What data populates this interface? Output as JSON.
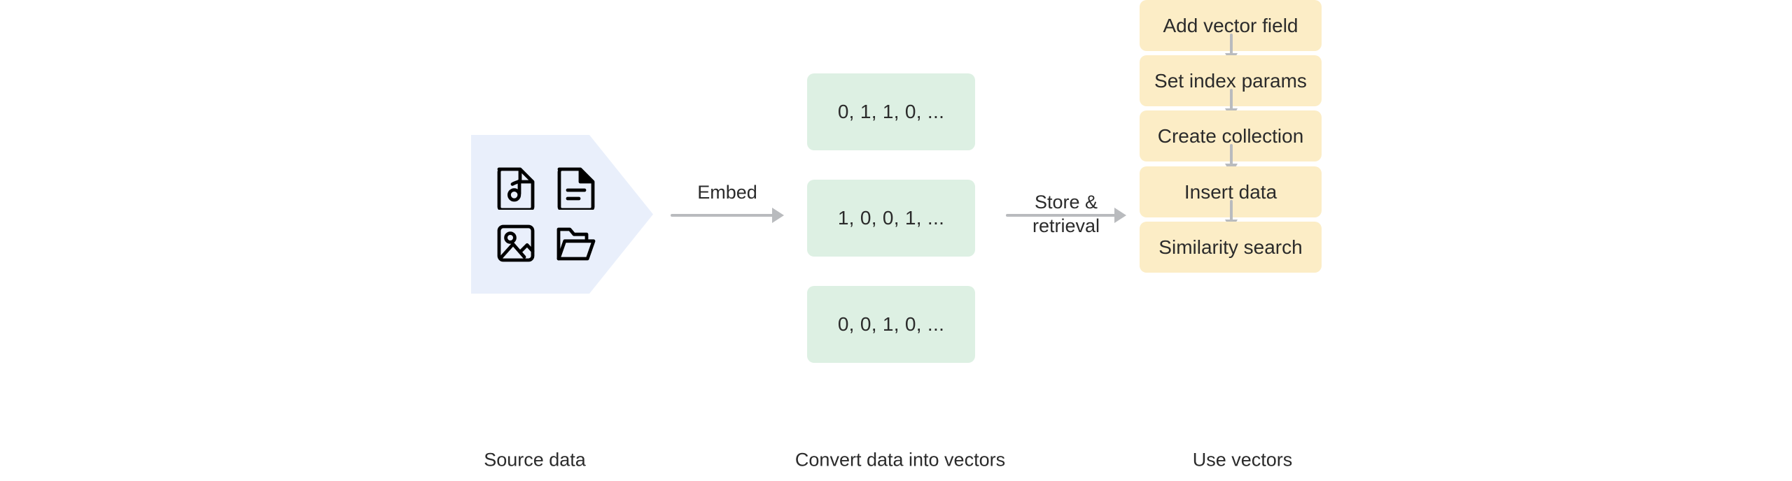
{
  "diagram": {
    "title": "Vector data pipeline",
    "background_color": "#ffffff",
    "text_color": "#2b2b2b",
    "arrow_color": "#b9bbbe"
  },
  "source": {
    "shape_color": "#e9effb",
    "icons": [
      {
        "name": "audio-file-icon",
        "label": "Audio file"
      },
      {
        "name": "text-document-icon",
        "label": "Text document"
      },
      {
        "name": "image-file-icon",
        "label": "Image file"
      },
      {
        "name": "folder-icon",
        "label": "Folder"
      }
    ]
  },
  "arrows": {
    "embed": "Embed",
    "store_retrieval": "Store &\nretrieval"
  },
  "vectors": {
    "box_color": "#ddf0e3",
    "items": [
      {
        "value": "0, 1, 1, 0, ..."
      },
      {
        "value": "1, 0, 0, 1, ..."
      },
      {
        "value": "0, 0, 1, 0, ..."
      }
    ]
  },
  "steps": {
    "box_color": "#fcedc6",
    "items": [
      {
        "label": "Add vector field"
      },
      {
        "label": "Set index params"
      },
      {
        "label": "Create collection"
      },
      {
        "label": "Insert data"
      },
      {
        "label": "Similarity search"
      }
    ]
  },
  "captions": {
    "source": "Source data",
    "convert": "Convert data into vectors",
    "use": "Use vectors"
  }
}
